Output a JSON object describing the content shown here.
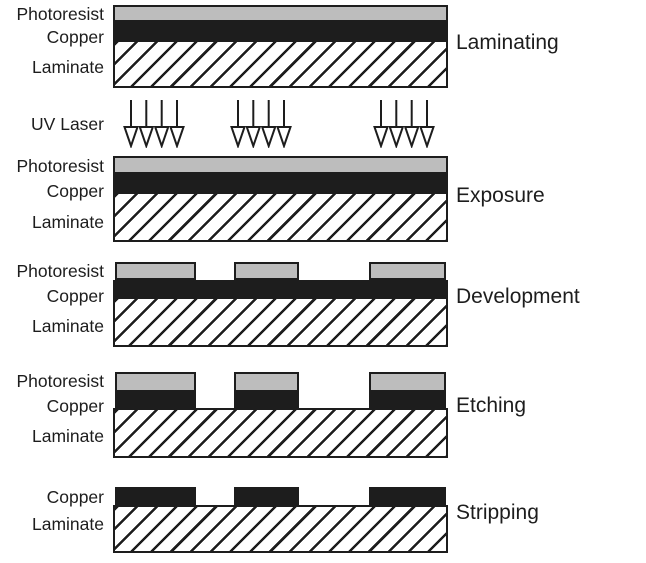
{
  "figure": {
    "description": "PCB photolithography process steps diagram",
    "uv_label": "UV Laser",
    "colors": {
      "photoresist_fill": "#bdbdbd",
      "copper_fill": "#1d1d1d",
      "outline": "#1d1d1d",
      "laminate_fill": "#ffffff",
      "background": "#ffffff"
    },
    "sections": [
      {
        "step": "Laminating",
        "layer_labels": [
          "Photoresist",
          "Copper",
          "Laminate"
        ]
      },
      {
        "step": "Exposure",
        "layer_labels": [
          "Photoresist",
          "Copper",
          "Laminate"
        ]
      },
      {
        "step": "Development",
        "layer_labels": [
          "Photoresist",
          "Copper",
          "Laminate"
        ]
      },
      {
        "step": "Etching",
        "layer_labels": [
          "Photoresist",
          "Copper",
          "Laminate"
        ]
      },
      {
        "step": "Stripping",
        "layer_labels": [
          "Copper",
          "Laminate"
        ]
      }
    ]
  }
}
